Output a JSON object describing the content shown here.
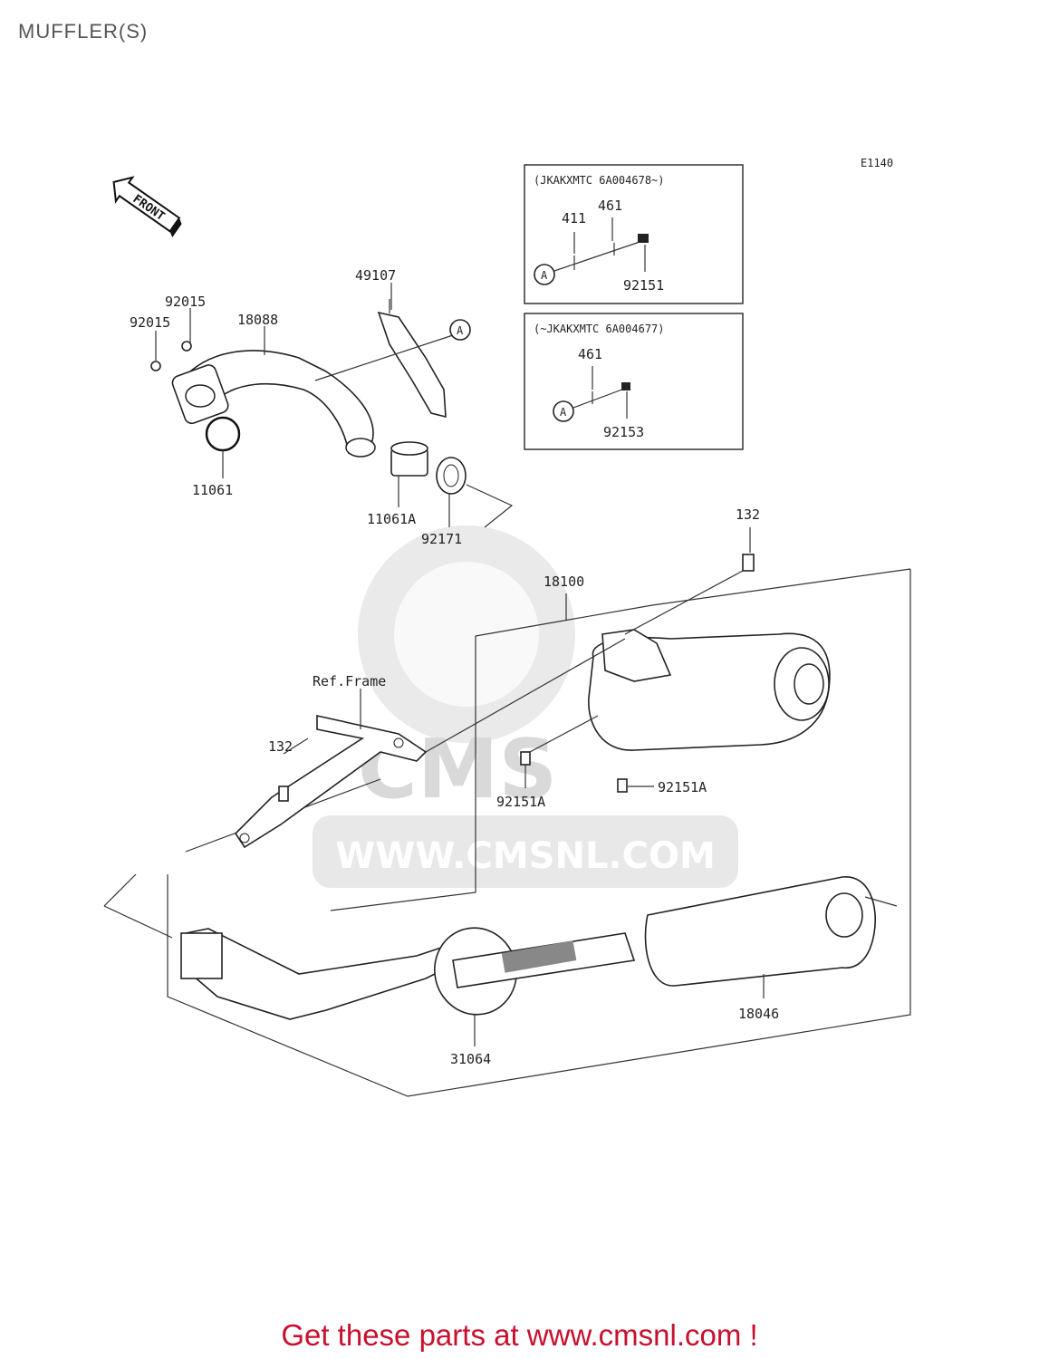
{
  "title": "MUFFLER(S)",
  "diagram_code": "E1140",
  "front_label": "FRONT",
  "watermark_text": "WWW.CMSNL.COM",
  "watermark_logo": "CMS",
  "ref_frame": "Ref.Frame",
  "inset_top": {
    "header": "(JKAKXMTC 6A004678~)",
    "marker": "A",
    "parts": [
      "411",
      "461",
      "92151"
    ]
  },
  "inset_bottom": {
    "header": "(~JKAKXMTC 6A004677)",
    "marker": "A",
    "parts": [
      "461",
      "92153"
    ]
  },
  "main_marker": "A",
  "part_labels": {
    "p49107": "49107",
    "p92015a": "92015",
    "p92015b": "92015",
    "p18088": "18088",
    "p11061": "11061",
    "p11061A": "11061A",
    "p92171": "92171",
    "p132a": "132",
    "p18100": "18100",
    "p132b": "132",
    "p92151A_a": "92151A",
    "p92151A_b": "92151A",
    "p18046": "18046",
    "p31064": "31064"
  },
  "footer": "Get these parts at www.cmsnl.com !",
  "colors": {
    "footer": "#c8102e",
    "watermark": "#d9d9d9",
    "lines": "#222222"
  }
}
